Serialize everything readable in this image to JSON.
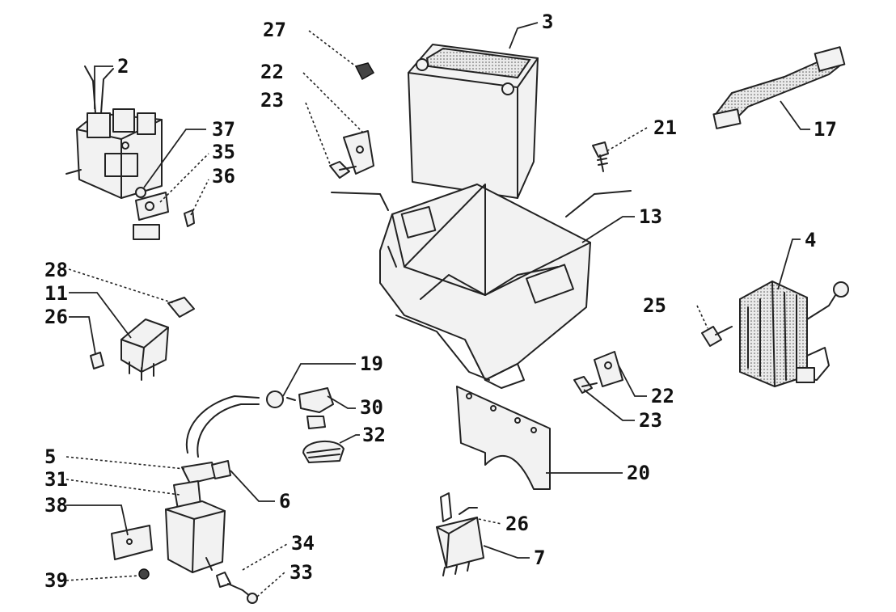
{
  "callouts": {
    "c2": "2",
    "c3": "3",
    "c27": "27",
    "c22a": "22",
    "c23a": "23",
    "c21": "21",
    "c17": "17",
    "c37": "37",
    "c35": "35",
    "c36": "36",
    "c13": "13",
    "c4": "4",
    "c28": "28",
    "c11": "11",
    "c26a": "26",
    "c25": "25",
    "c19": "19",
    "c30": "30",
    "c32": "32",
    "c22b": "22",
    "c23b": "23",
    "c5": "5",
    "c6": "6",
    "c31": "31",
    "c38": "38",
    "c20": "20",
    "c26b": "26",
    "c34": "34",
    "c7": "7",
    "c39": "39",
    "c33": "33"
  },
  "icons": [
    "battery-icon",
    "battery-box-icon",
    "voltage-regulator-icon",
    "ignition-coil-icon",
    "relay-icon",
    "strap-icon"
  ]
}
